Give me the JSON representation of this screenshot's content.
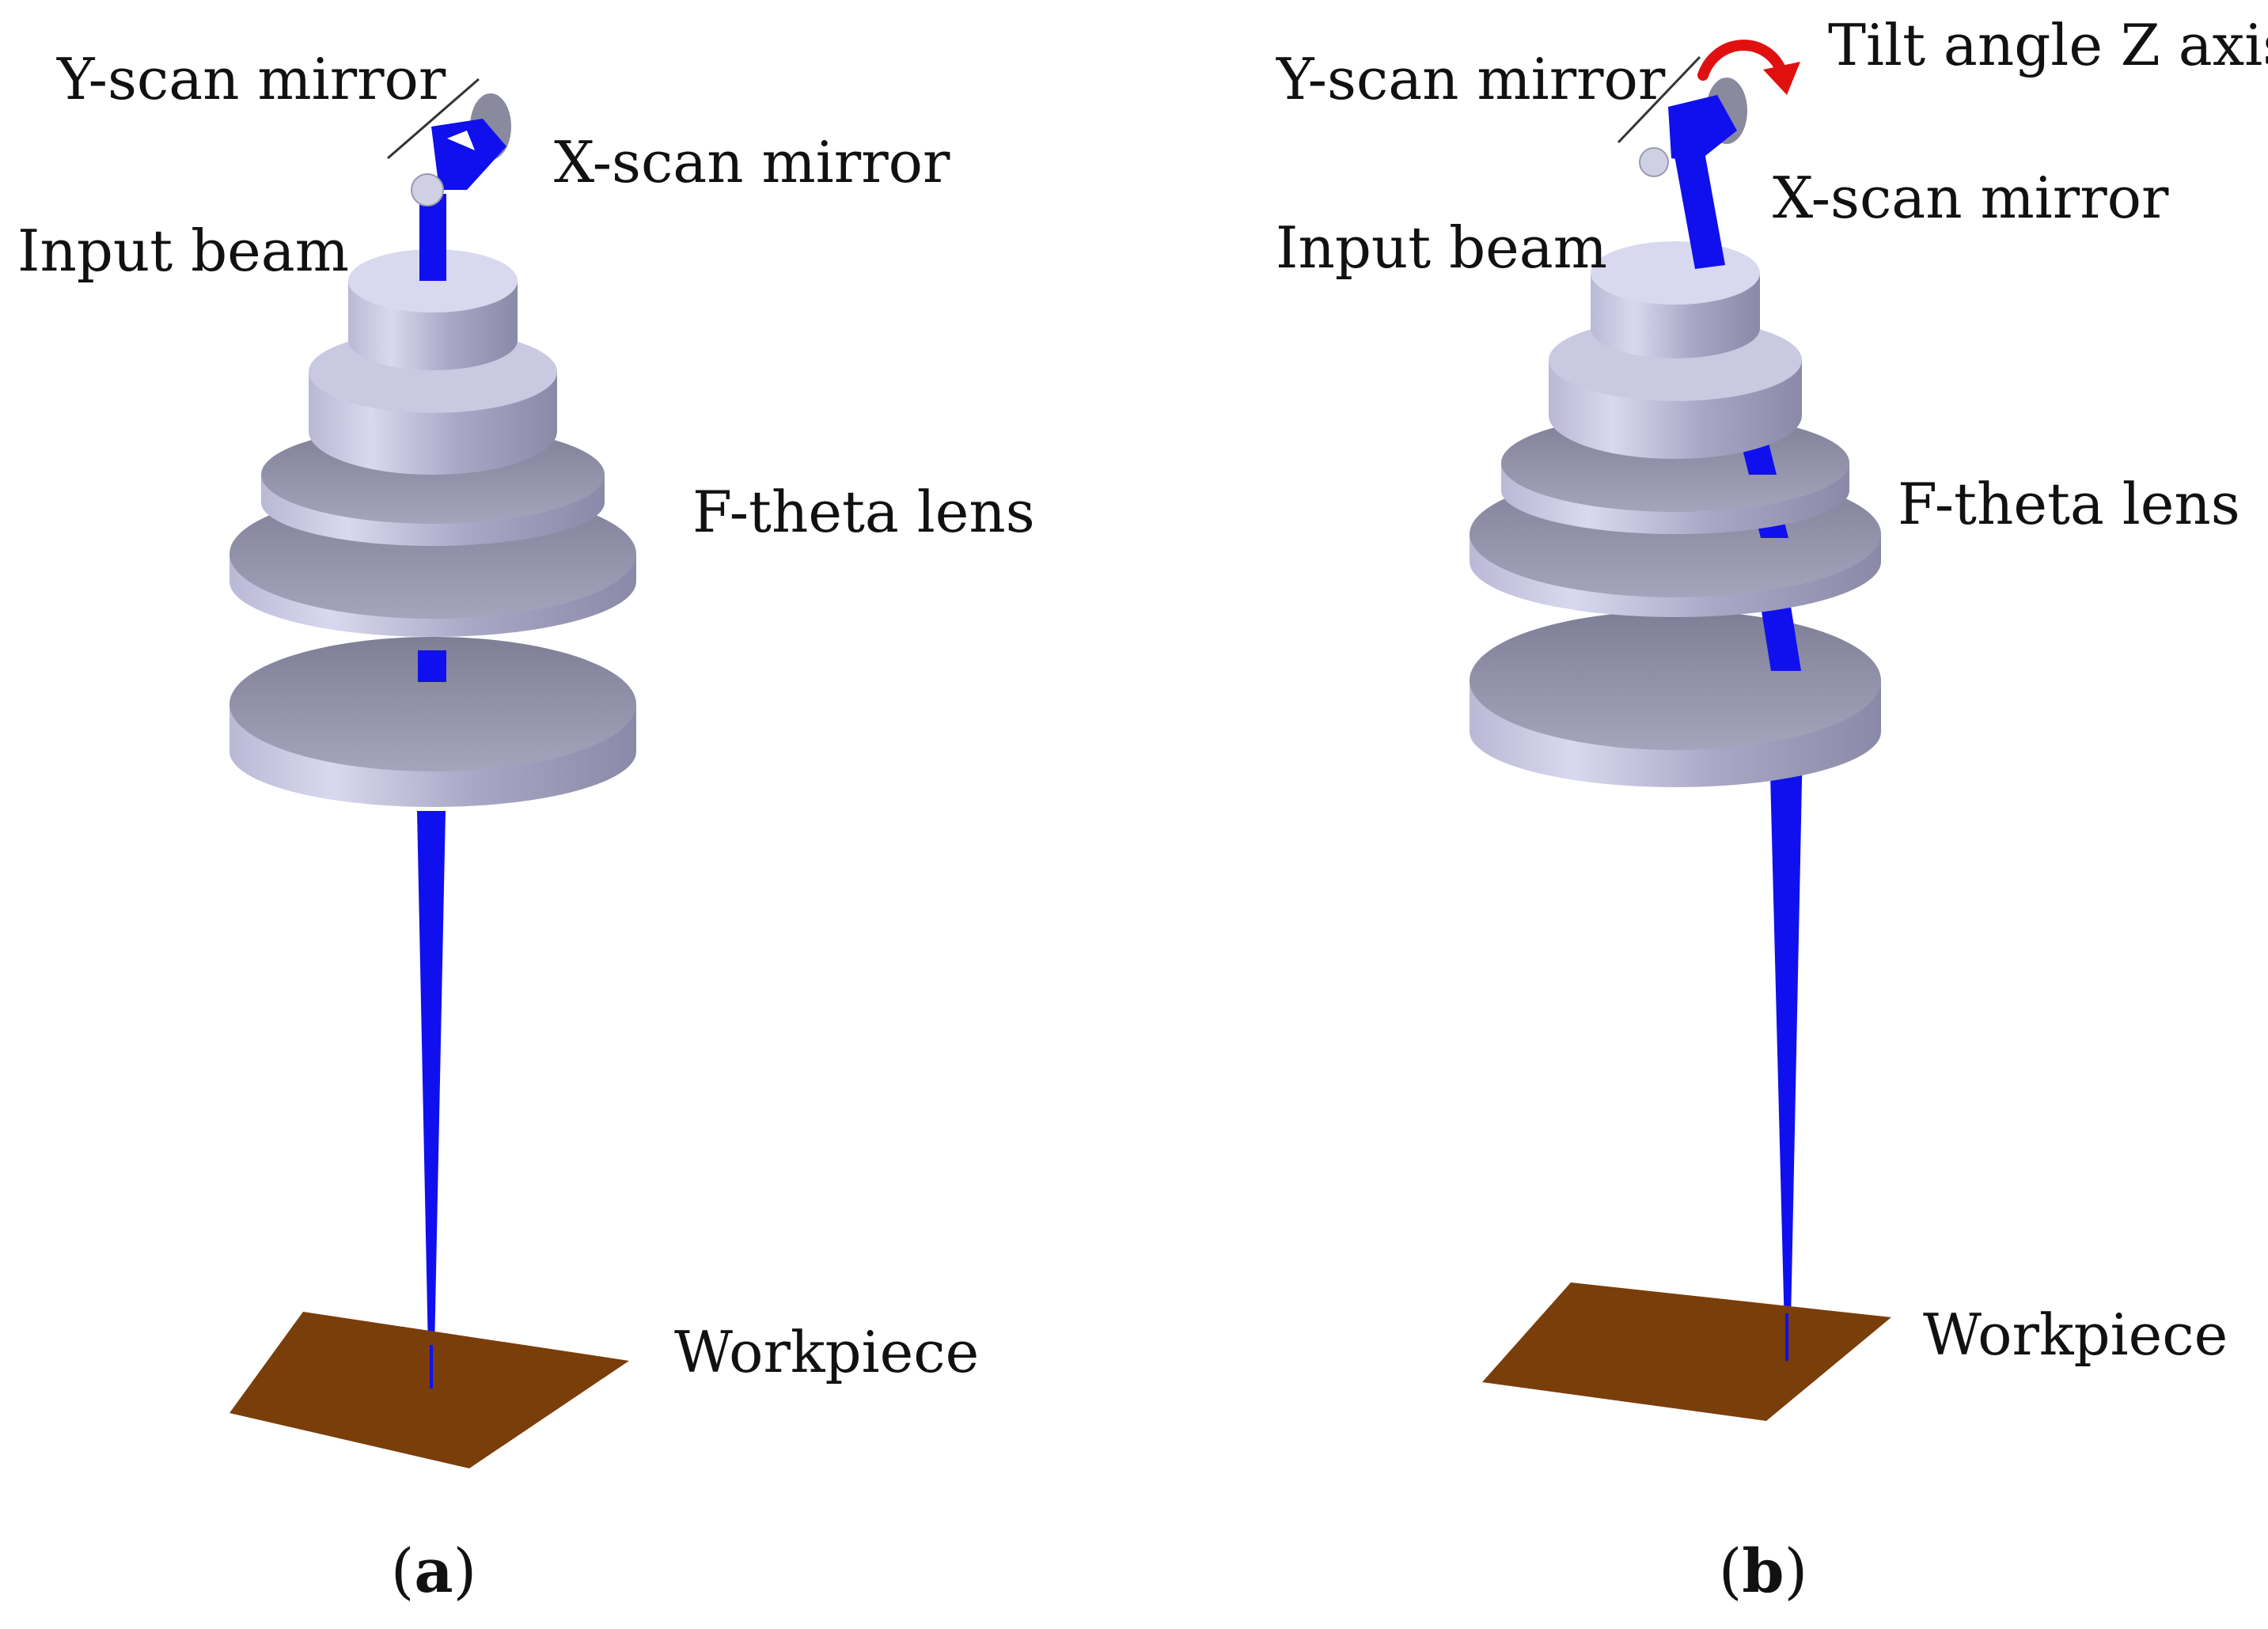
{
  "panels": [
    {
      "caption_open": "(",
      "caption_letter": "a",
      "caption_close": ")",
      "labels": {
        "y_scan_mirror": "Y-scan mirror",
        "x_scan_mirror": "X-scan mirror",
        "input_beam": "Input beam",
        "f_theta_lens": "F-theta lens",
        "workpiece": "Workpiece"
      }
    },
    {
      "caption_open": "(",
      "caption_letter": "b",
      "caption_close": ")",
      "labels": {
        "y_scan_mirror": "Y-scan mirror",
        "x_scan_mirror": "X-scan mirror",
        "input_beam": "Input beam",
        "f_theta_lens": "F-theta lens",
        "workpiece": "Workpiece",
        "tilt_angle": "Tilt angle Z axis"
      }
    }
  ],
  "colors": {
    "beam": "#1010ee",
    "lens_top": "#c9c9e2",
    "lens_side": "#9a9ab8",
    "workpiece": "#7a3e0a",
    "tilt_arrow": "#e01010"
  }
}
